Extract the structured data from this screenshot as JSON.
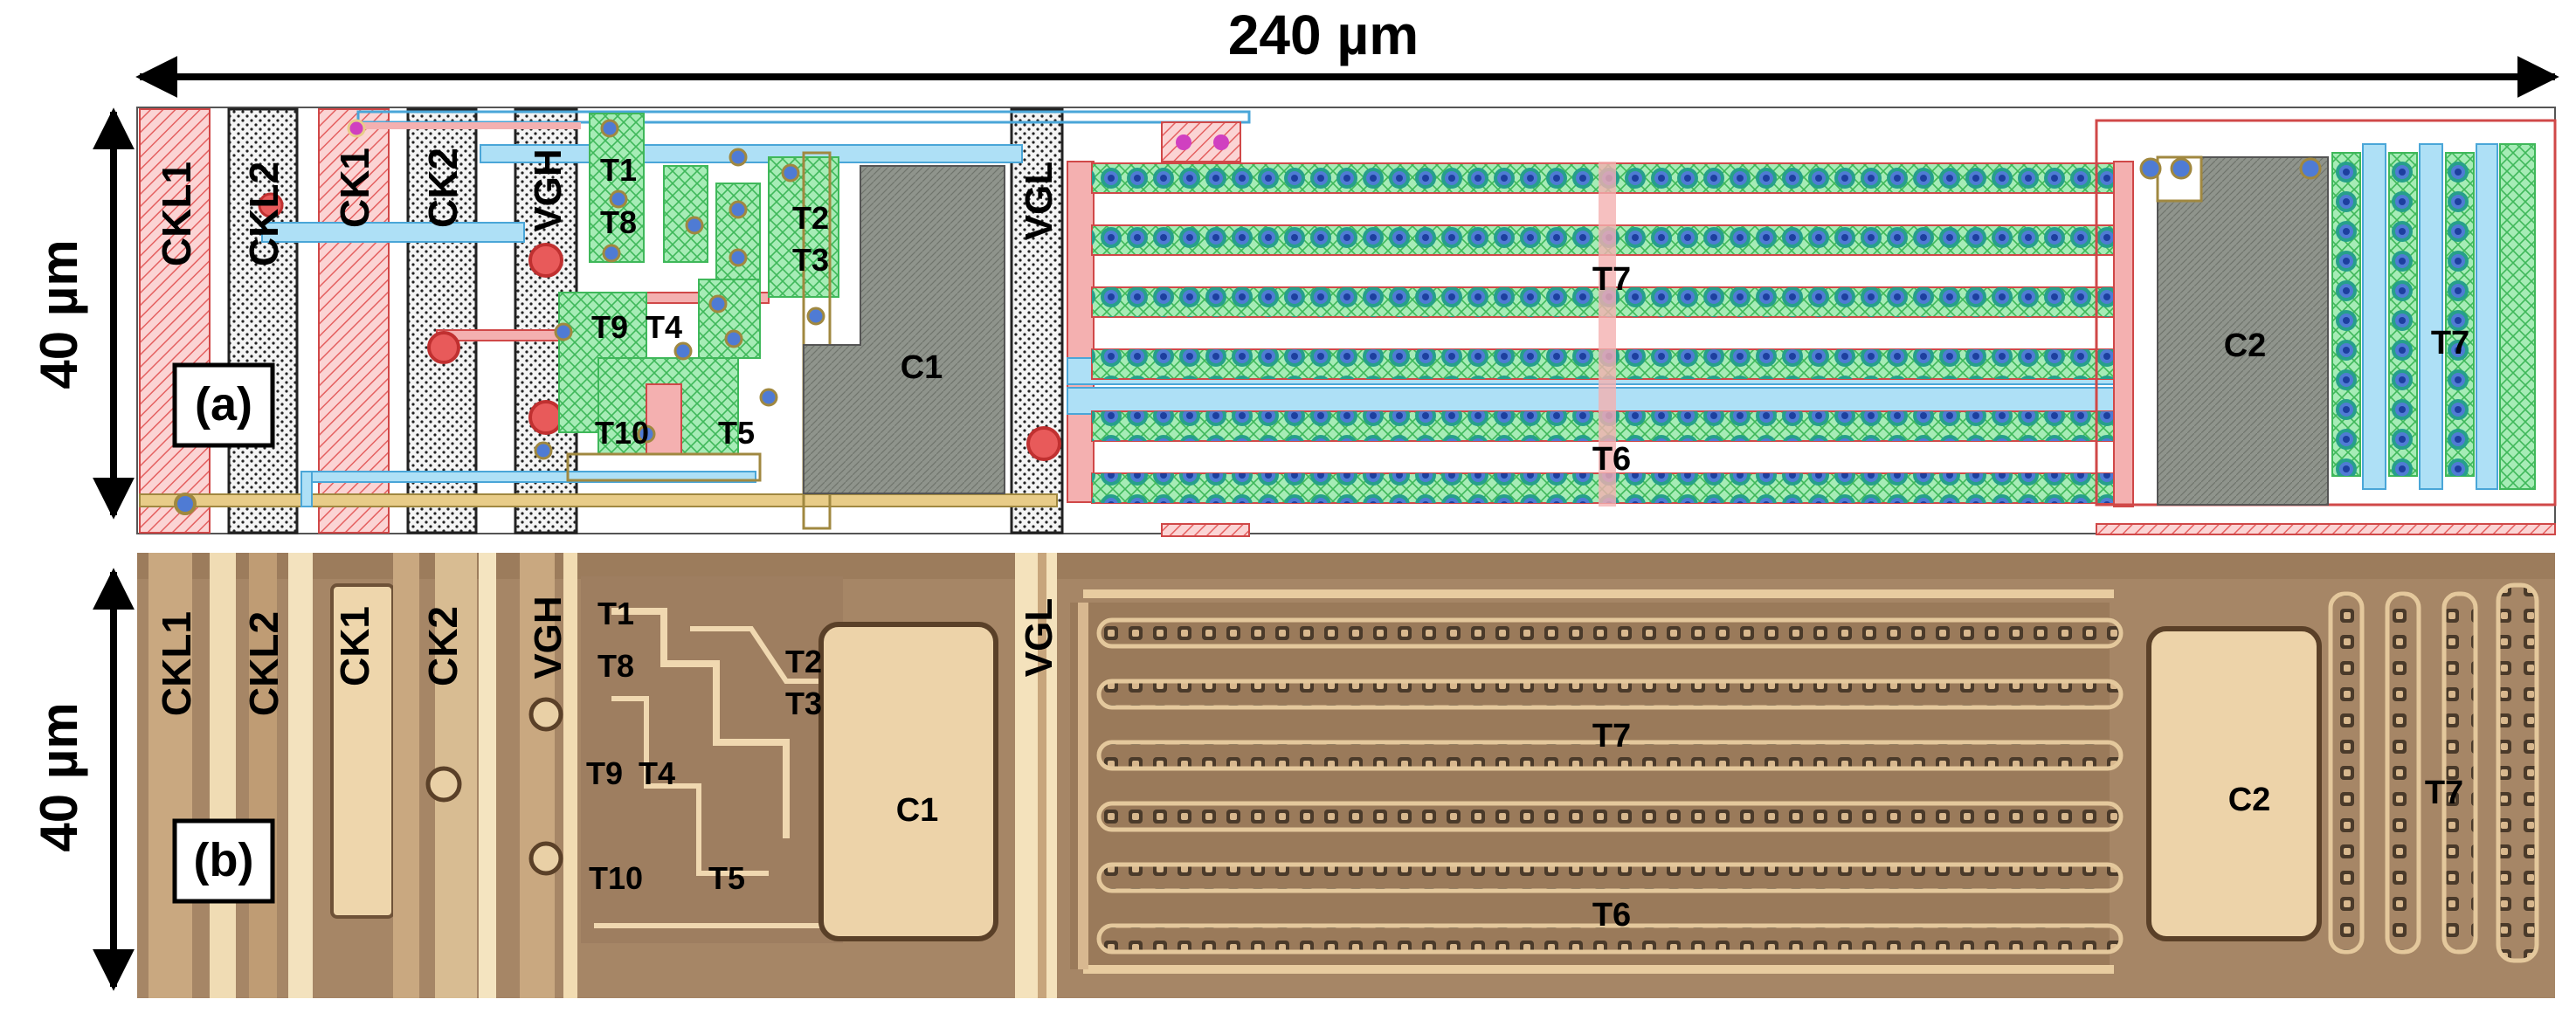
{
  "dimensions": {
    "width_label": "240 µm",
    "height_label_a": "40 µm",
    "height_label_b": "40 µm"
  },
  "panel_a": {
    "label": "(a)",
    "rails": [
      "CKL1",
      "CKL2",
      "CK1",
      "CK2",
      "VGH",
      "VGL"
    ],
    "transistors": [
      "T1",
      "T8",
      "T2",
      "T3",
      "T9",
      "T4",
      "T10",
      "T5",
      "T7",
      "T6",
      "T7"
    ],
    "capacitors": [
      "C1",
      "C2"
    ]
  },
  "panel_b": {
    "label": "(b)",
    "rails": [
      "CKL1",
      "CKL2",
      "CK1",
      "CK2",
      "VGH",
      "VGL"
    ],
    "transistors": [
      "T1",
      "T8",
      "T2",
      "T3",
      "T9",
      "T4",
      "T10",
      "T5",
      "T7",
      "T6",
      "T7"
    ],
    "capacitors": [
      "C1",
      "C2"
    ]
  },
  "colors": {
    "layout_metal_red": "#f08080",
    "layout_active_green": "#66dd66",
    "layout_poly_blue": "#8ecfef",
    "layout_via_blue": "#2244bb",
    "layout_capacitor_gray": "#8a8f88",
    "photo_background": "#a88868",
    "photo_pad": "#e8c8a0"
  }
}
